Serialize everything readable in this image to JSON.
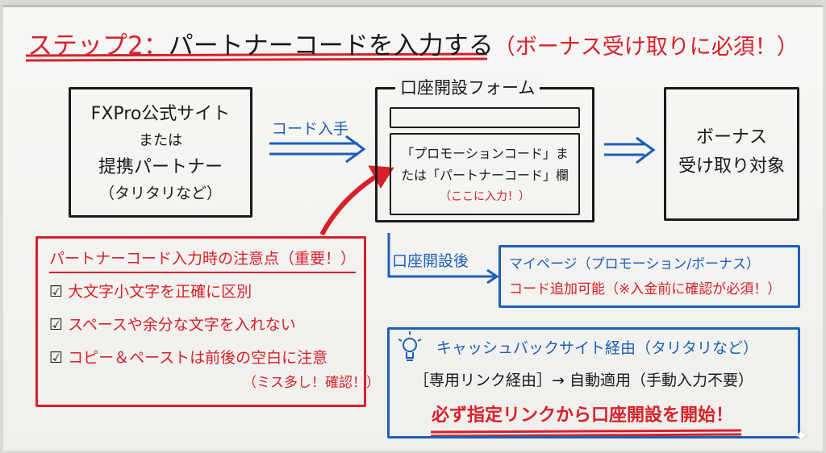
{
  "title": {
    "step": "ステップ2：",
    "main": "パートナーコードを入力する",
    "note": "（ボーナス受け取りに必須！）"
  },
  "source_box": {
    "lines": [
      "FXPro公式サイト",
      "または",
      "提携パートナー",
      "（タリタリなど）"
    ]
  },
  "arrow_label": "コード入手",
  "form": {
    "title": "口座開設フォーム",
    "field_lines": [
      "「プロモーションコード」ま",
      "たは「パートナーコード」欄"
    ],
    "field_note": "（ここに入力！）"
  },
  "bonus_box": {
    "lines": [
      "ボーナス",
      "受け取り対象"
    ]
  },
  "caution": {
    "title": "パートナーコード入力時の注意点（重要！）",
    "items": [
      "大文字小文字を正確に区別",
      "スペースや余分な文字を入れない",
      "コピー＆ペーストは前後の空白に注意"
    ],
    "note": "（ミス多し！確認！）"
  },
  "after": {
    "label": "口座開設後",
    "line1": "マイページ（プロモーション/ボーナス）",
    "line2": "コード追加可能（※入金前に確認が必須！）"
  },
  "cashback": {
    "title": "キャッシュバックサイト経由（タリタリなど）",
    "line": "［専用リンク経由］→ 自動適用（手動入力不要）",
    "emphasis": "必ず指定リンクから口座開設を開始！"
  },
  "colors": {
    "red": "#d8202a",
    "blue": "#1d5fb8",
    "black": "#1a1a1a"
  }
}
